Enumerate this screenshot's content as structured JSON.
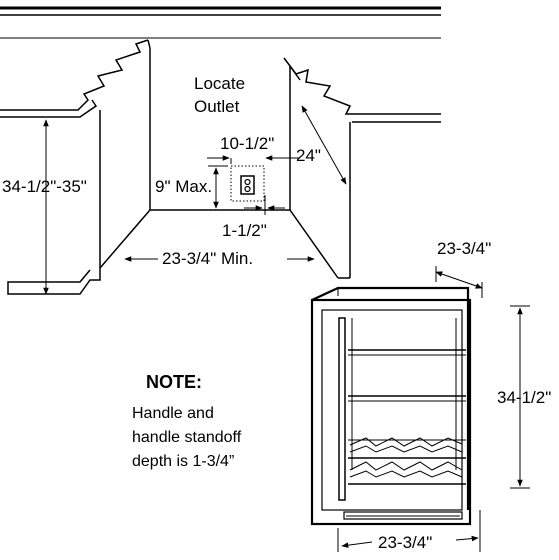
{
  "cutout": {
    "locate_outlet_line1": "Locate",
    "locate_outlet_line2": "Outlet",
    "dim_outlet_width": "10-1/2\"",
    "dim_outlet_height": "9\" Max.",
    "dim_outlet_offset": "1-1/2\"",
    "dim_depth": "24\"",
    "dim_height_range": "34-1/2\"-35\"",
    "dim_width_min": "23-3/4\" Min."
  },
  "unit": {
    "dim_depth": "23-3/4\"",
    "dim_height": "34-1/2\"",
    "dim_width": "23-3/4\""
  },
  "note": {
    "title": "NOTE:",
    "line1": "Handle and",
    "line2": "handle standoff",
    "line3": "depth is 1-3/4”"
  }
}
